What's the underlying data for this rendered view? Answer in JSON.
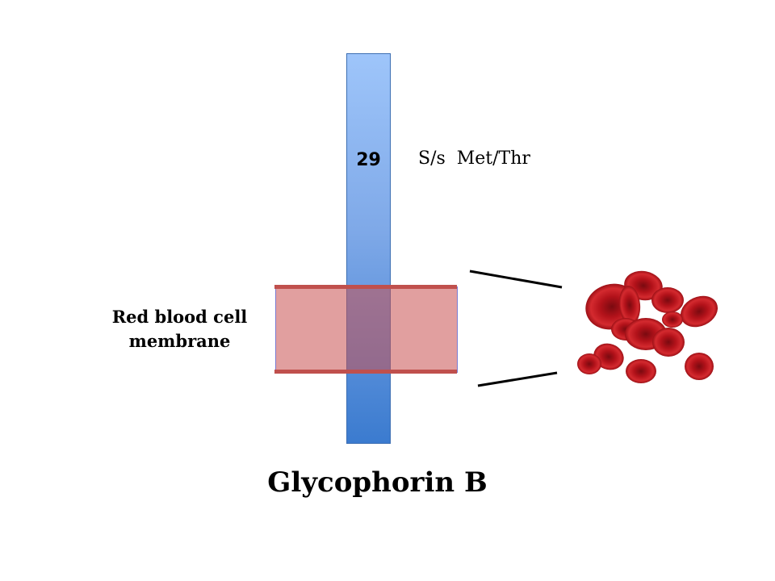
{
  "diagram": {
    "residue_number": "29",
    "variant_text": "S/s  Met/Thr",
    "membrane_label_line1": "Red blood cell",
    "membrane_label_line2": "membrane",
    "title": "Glycophorin B"
  },
  "colors": {
    "protein_top": "#9ec5fa",
    "protein_bottom": "#3b7bcf",
    "membrane_fill": "#d99494",
    "membrane_edge": "#c0504d",
    "cell_red": "#c0161e"
  },
  "icons": {
    "cells_image": "red-blood-cells-illustration"
  }
}
